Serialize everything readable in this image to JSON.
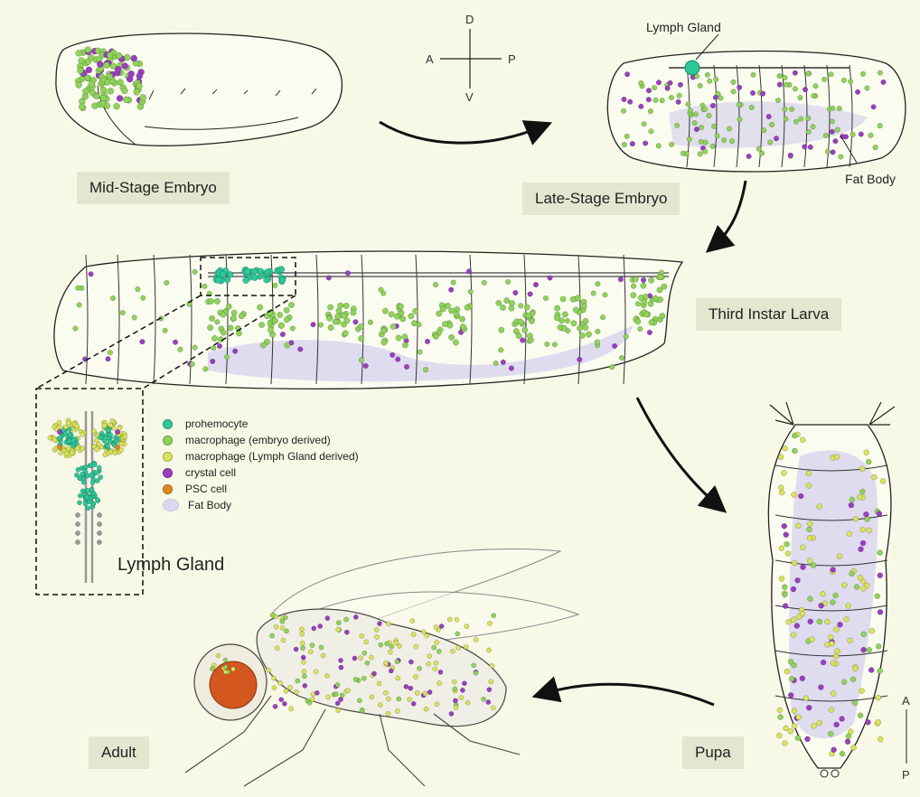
{
  "labels": {
    "mid_embryo": "Mid-Stage Embryo",
    "late_embryo": "Late-Stage Embryo",
    "larva": "Third Instar Larva",
    "pupa": "Pupa",
    "adult": "Adult",
    "lymph_gland_top": "Lymph Gland",
    "fat_body": "Fat Body",
    "lymph_gland_inset": "Lymph Gland"
  },
  "axes": {
    "dorsal": "D",
    "ventral": "V",
    "anterior": "A",
    "posterior": "P",
    "pupa_anterior": "A",
    "pupa_posterior": "P"
  },
  "legend": [
    {
      "label": "prohemocyte",
      "color": "#2ec79a"
    },
    {
      "label": "macrophage (embryo derived)",
      "color": "#8fd35a"
    },
    {
      "label": "macrophage (Lymph Gland  derived)",
      "color": "#d9e35c"
    },
    {
      "label": "crystal cell",
      "color": "#9a3fc0"
    },
    {
      "label": "PSC cell",
      "color": "#e08a1e"
    },
    {
      "label": "Fat Body",
      "color": "#ddd8ee"
    }
  ],
  "colors": {
    "background": "#f7f8e6",
    "label_box": "#e4e6d0",
    "prohemocyte": "#2ec79a",
    "macrophage_embryo": "#8fd35a",
    "macrophage_lg": "#d9e35c",
    "crystal": "#9a3fc0",
    "psc": "#e08a1e",
    "fat_body": "#ddd8ee",
    "eye": "#d4571f"
  }
}
